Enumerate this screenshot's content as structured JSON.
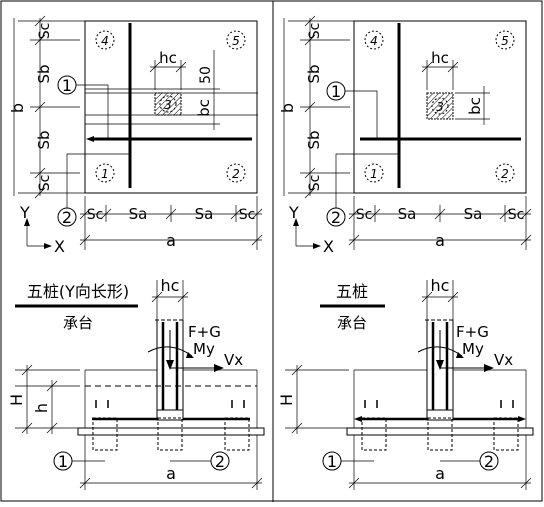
{
  "left_panel": {
    "dims_vertical": [
      "Sc",
      "Sb",
      "Sb",
      "Sc"
    ],
    "dim_b": "b",
    "dims_horizontal": [
      "Sc",
      "Sa",
      "Sa",
      "Sc"
    ],
    "dim_a": "a",
    "axis_y": "Y",
    "axis_x": "X",
    "pile_numbers": [
      "4",
      "5",
      "1",
      "2",
      "3"
    ],
    "marker_1": "1",
    "marker_2": "2",
    "hc": "hc",
    "bc": "bc",
    "offset_50": "50",
    "title": "五桩(Y向长形)",
    "subtitle": "承台",
    "elev_hc": "hc",
    "load_fg": "F+G",
    "load_my": "My",
    "load_vx": "Vx",
    "elev_H": "H",
    "elev_h": "h",
    "elev_a": "a",
    "elev_marker_1": "1",
    "elev_marker_2": "2"
  },
  "right_panel": {
    "dims_vertical": [
      "Sc",
      "Sb",
      "Sb",
      "Sc"
    ],
    "dim_b": "b",
    "dims_horizontal": [
      "Sc",
      "Sa",
      "Sa",
      "Sc"
    ],
    "dim_a": "a",
    "axis_y": "Y",
    "axis_x": "X",
    "pile_numbers": [
      "4",
      "5",
      "1",
      "2",
      "3"
    ],
    "marker_1": "1",
    "marker_2": "2",
    "hc": "hc",
    "bc": "bc",
    "title": "五桩",
    "subtitle": "承台",
    "elev_hc": "hc",
    "load_fg": "F+G",
    "load_my": "My",
    "load_vx": "Vx",
    "elev_H": "H",
    "elev_a": "a",
    "elev_marker_1": "1",
    "elev_marker_2": "2"
  }
}
